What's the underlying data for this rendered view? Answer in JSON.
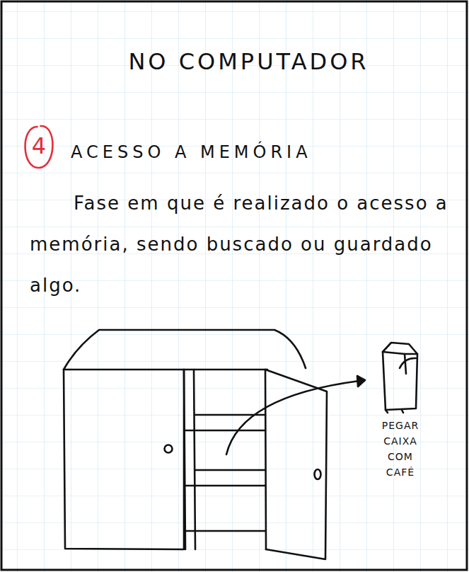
{
  "diagram": {
    "title": "NO COMPUTADOR",
    "nodes": [
      {
        "text": [
          "4"
        ]
      }
    ],
    "labels": [
      "ACESSO A MEMÓRIA",
      "Fase em que é realizado o acesso a memória, sendo buscado ou guardado algo.",
      "PEGAR CAIXA COM CAFÉ"
    ]
  }
}
